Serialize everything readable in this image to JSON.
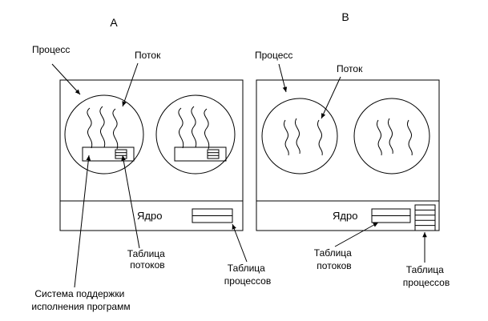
{
  "panels": [
    {
      "id": "A",
      "label": "A",
      "process_label": "Процесс",
      "thread_label": "Поток",
      "kernel_label": "Ядро",
      "thread_table_label": [
        "Таблица",
        "потоков"
      ],
      "process_table_label": [
        "Таблица",
        "процессов"
      ],
      "runtime_label": [
        "Система поддержки",
        "исполнения программ"
      ]
    },
    {
      "id": "B",
      "label": "B",
      "process_label": "Процесс",
      "thread_label": "Поток",
      "kernel_label": "Ядро",
      "thread_table_label": [
        "Таблица",
        "потоков"
      ],
      "process_table_label": [
        "Таблица",
        "процессов"
      ]
    }
  ]
}
